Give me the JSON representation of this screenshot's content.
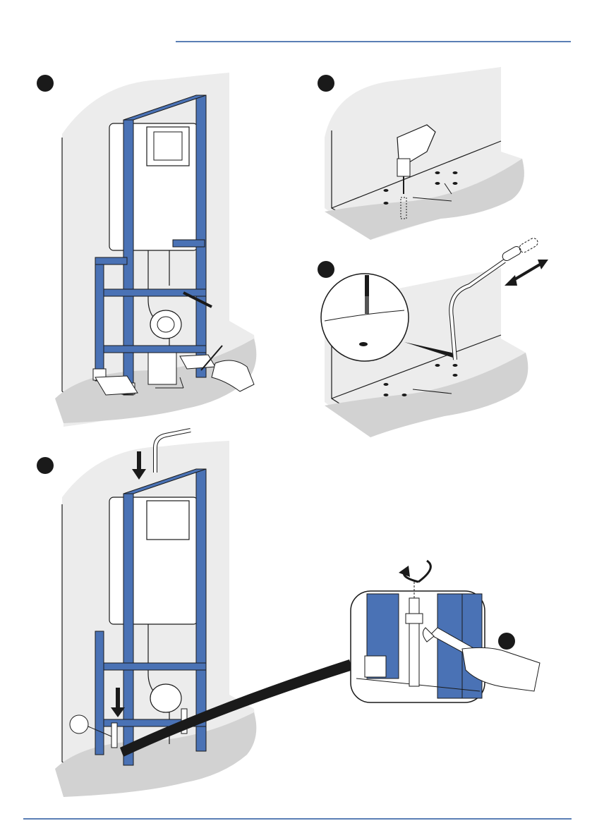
{
  "document": {
    "type": "installation-instructions-page",
    "steps": [
      {
        "id": "step-1",
        "scene": "mark-floor-fixing-points"
      },
      {
        "id": "step-2",
        "scene": "drill-floor-holes"
      },
      {
        "id": "step-3",
        "scene": "clean-holes"
      },
      {
        "id": "step-4",
        "scene": "insert-anchors-and-position-frame"
      },
      {
        "id": "step-5",
        "scene": "tighten-anchor-nuts-with-wrench"
      }
    ],
    "colors": {
      "frame_blue": "#4a72b5",
      "frame_dark": "#213a66",
      "wall_grey": "#ececec",
      "floor_grey": "#d2d2d2",
      "line": "#1a1a1a",
      "rule_blue": "#5a7fb5"
    },
    "icons": [
      "step-dot-icon",
      "rotate-arrow-icon",
      "double-arrow-icon",
      "down-arrow-icon"
    ]
  }
}
